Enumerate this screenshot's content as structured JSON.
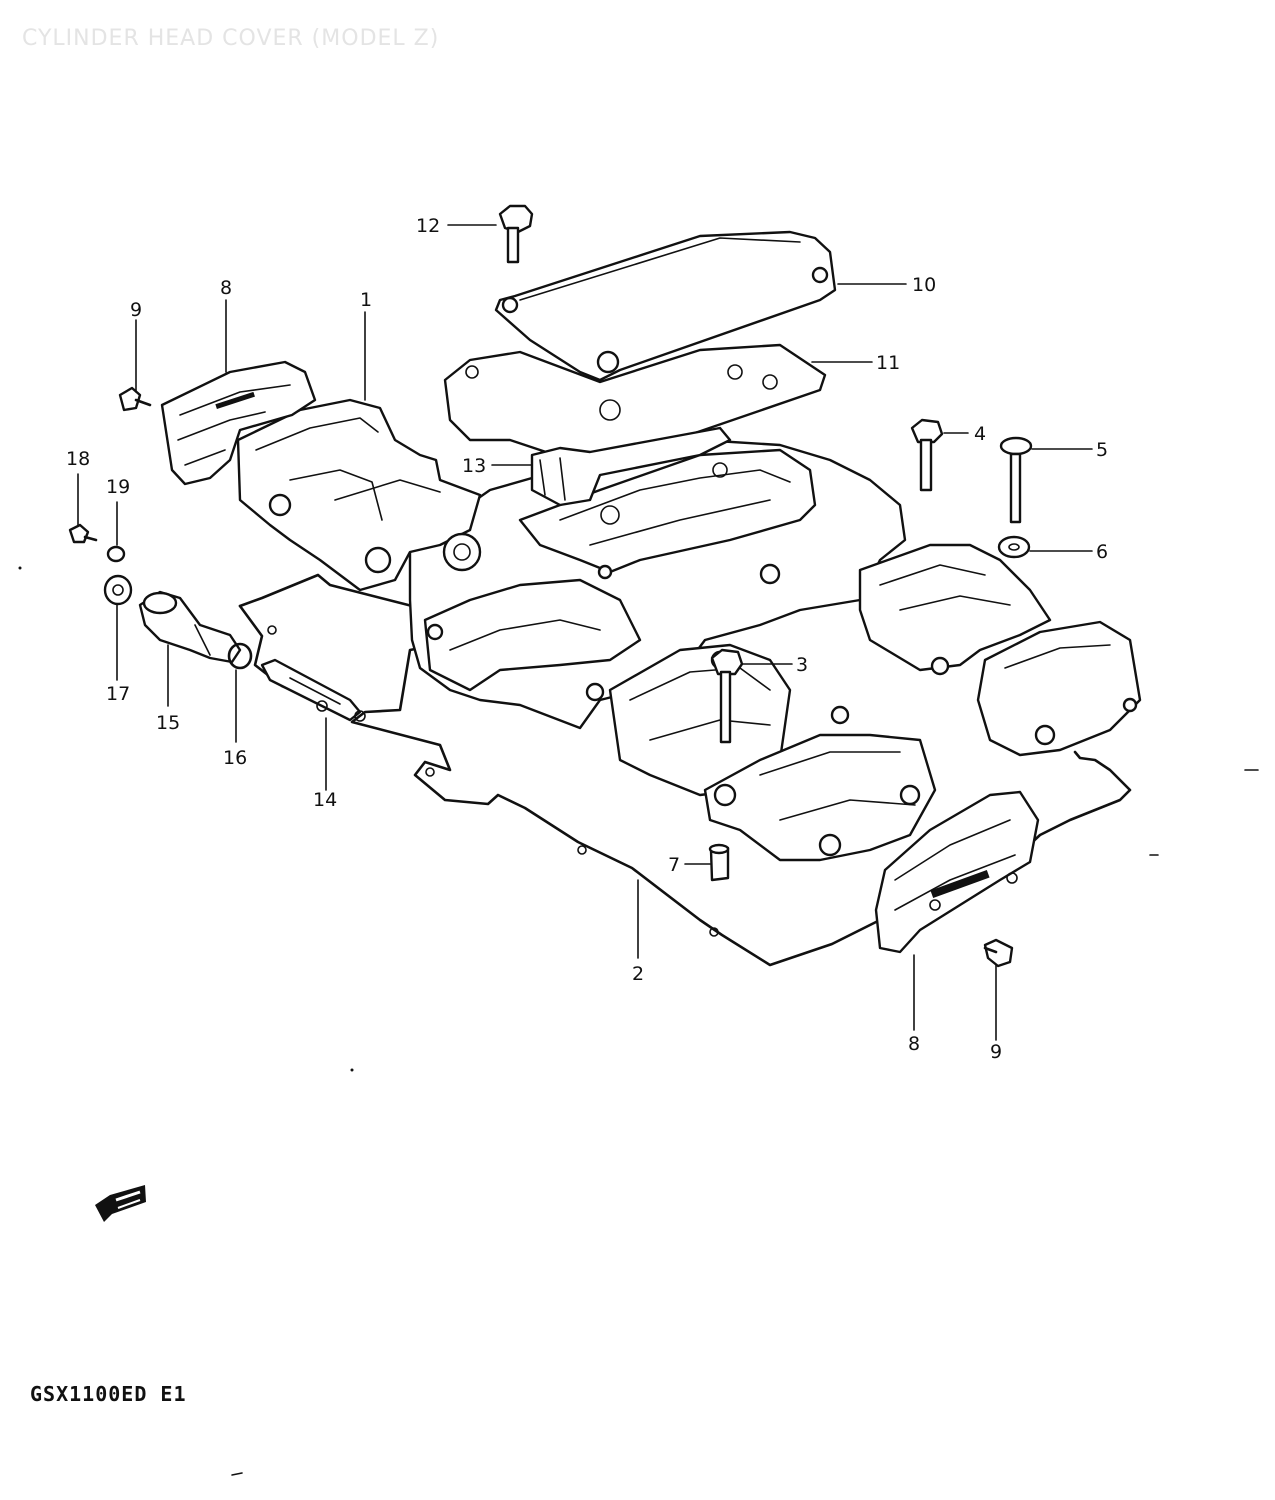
{
  "header": {
    "title": "CYLINDER HEAD COVER (MODEL Z)"
  },
  "footer": {
    "model_code": "GSX1100ED  E1"
  },
  "callouts": [
    {
      "id": "c1",
      "label": "1"
    },
    {
      "id": "c2",
      "label": "2"
    },
    {
      "id": "c3",
      "label": "3"
    },
    {
      "id": "c4",
      "label": "4"
    },
    {
      "id": "c5",
      "label": "5"
    },
    {
      "id": "c6",
      "label": "6"
    },
    {
      "id": "c7",
      "label": "7"
    },
    {
      "id": "c8a",
      "label": "8"
    },
    {
      "id": "c8b",
      "label": "8"
    },
    {
      "id": "c9a",
      "label": "9"
    },
    {
      "id": "c9b",
      "label": "9"
    },
    {
      "id": "c10",
      "label": "10"
    },
    {
      "id": "c11",
      "label": "11"
    },
    {
      "id": "c12",
      "label": "12"
    },
    {
      "id": "c13",
      "label": "13"
    },
    {
      "id": "c14",
      "label": "14"
    },
    {
      "id": "c15",
      "label": "15"
    },
    {
      "id": "c16",
      "label": "16"
    },
    {
      "id": "c17",
      "label": "17"
    },
    {
      "id": "c18",
      "label": "18"
    },
    {
      "id": "c19",
      "label": "19"
    }
  ],
  "icons": {
    "front_arrow": "front-direction-arrow-icon"
  }
}
